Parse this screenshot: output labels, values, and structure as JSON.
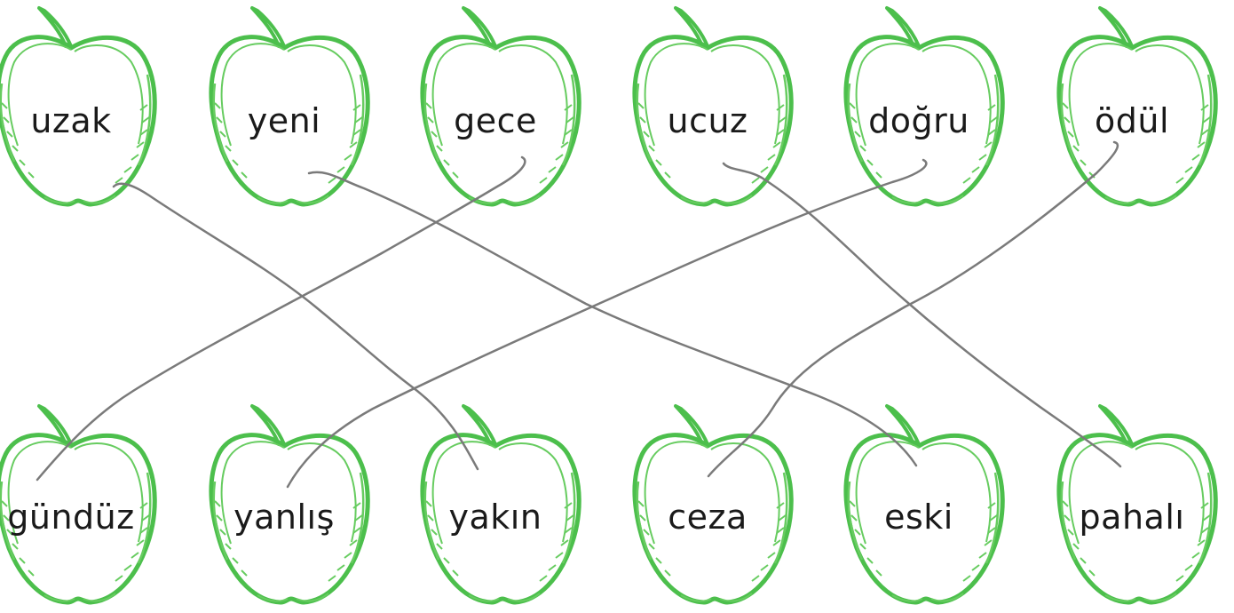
{
  "colors": {
    "apple_outline": "#4cbf4c",
    "apple_hatch": "#67cc60",
    "stem": "#4cbf4c",
    "connector_line": "#7a7a7a",
    "word": "#1a1a1a"
  },
  "top_row": [
    {
      "word": "uzak"
    },
    {
      "word": "yeni"
    },
    {
      "word": "gece"
    },
    {
      "word": "ucuz"
    },
    {
      "word": "doğru"
    },
    {
      "word": "ödül"
    }
  ],
  "bottom_row": [
    {
      "word": "gündüz"
    },
    {
      "word": "yanlış"
    },
    {
      "word": "yakın"
    },
    {
      "word": "ceza"
    },
    {
      "word": "eski"
    },
    {
      "word": "pahalı"
    }
  ],
  "matches": [
    {
      "from": "uzak",
      "to": "yakın"
    },
    {
      "from": "yeni",
      "to": "eski"
    },
    {
      "from": "gece",
      "to": "gündüz"
    },
    {
      "from": "ucuz",
      "to": "pahalı"
    },
    {
      "from": "doğru",
      "to": "yanlış"
    },
    {
      "from": "ödül",
      "to": "ceza"
    }
  ]
}
